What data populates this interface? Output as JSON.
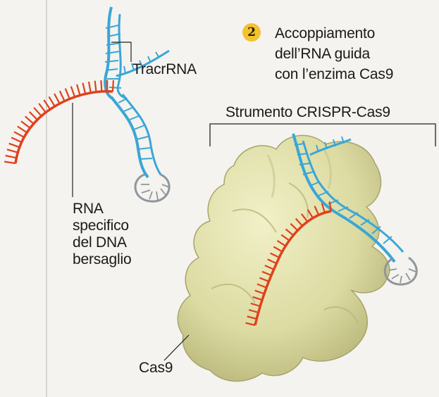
{
  "step": {
    "number": "2",
    "title_lines": [
      "Accoppiamento",
      "dell’RNA guida",
      "con l’enzima Cas9"
    ]
  },
  "labels": {
    "tool": "Strumento CRISPR-Cas9",
    "tracrrna": "TracrRNA",
    "target_rna_lines": [
      "RNA",
      "specifico",
      "del DNA",
      "bersaglio"
    ],
    "cas9": "Cas9"
  },
  "colors": {
    "background": "#f4f3ef",
    "tracrrna_strand": "#3aa6d6",
    "target_rna_strand": "#e0401c",
    "cas9_protein": "#dcdba2",
    "cas9_shadow": "#a6a46a",
    "loop_grey": "#9aa0a6",
    "step_badge": "#f2c230",
    "leader_line": "#222222"
  }
}
